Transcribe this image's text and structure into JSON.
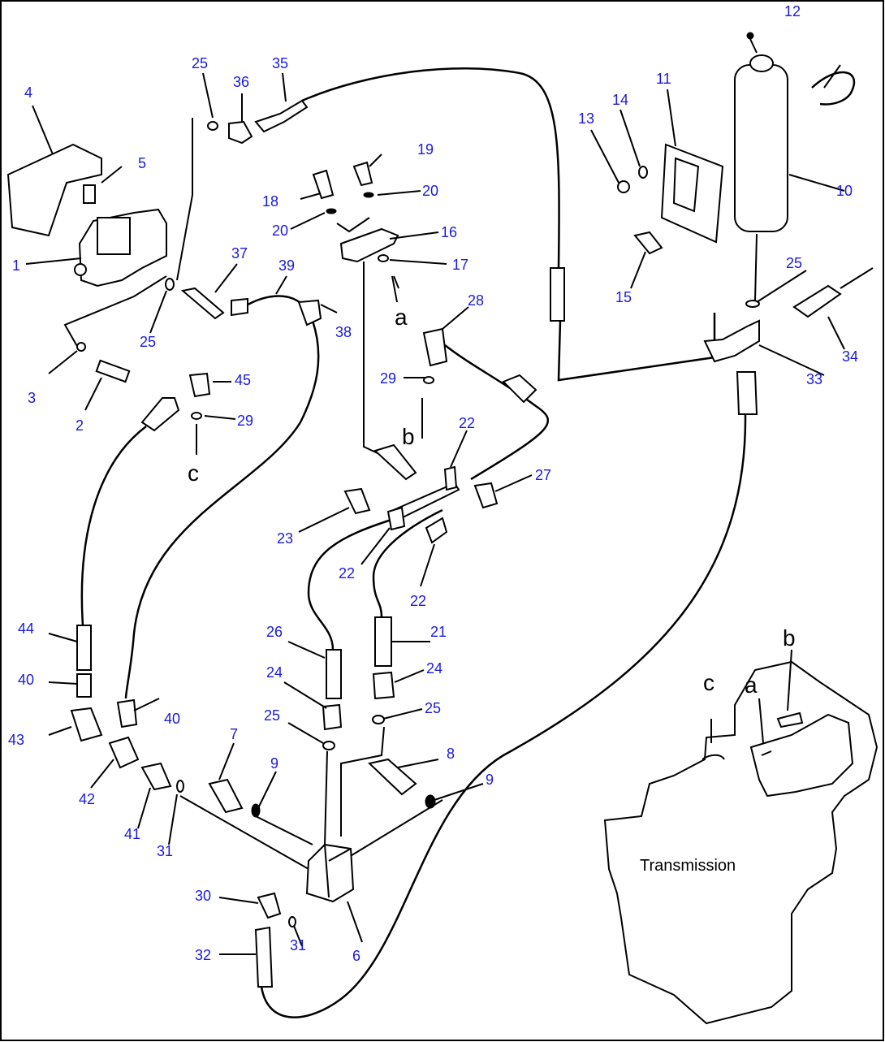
{
  "diagram": {
    "label_transmission": "Transmission",
    "refs": [
      "a",
      "b",
      "c"
    ],
    "callouts": [
      "1",
      "2",
      "3",
      "4",
      "5",
      "6",
      "7",
      "8",
      "9",
      "10",
      "11",
      "12",
      "13",
      "14",
      "15",
      "16",
      "17",
      "18",
      "19",
      "20",
      "21",
      "22",
      "23",
      "24",
      "25",
      "26",
      "27",
      "28",
      "29",
      "30",
      "31",
      "32",
      "33",
      "34",
      "35",
      "36",
      "37",
      "38",
      "39",
      "40",
      "41",
      "42",
      "43",
      "44",
      "45"
    ]
  },
  "colors": {
    "callout": "#1a1ae0",
    "line": "#000000",
    "background": "#ffffff"
  }
}
